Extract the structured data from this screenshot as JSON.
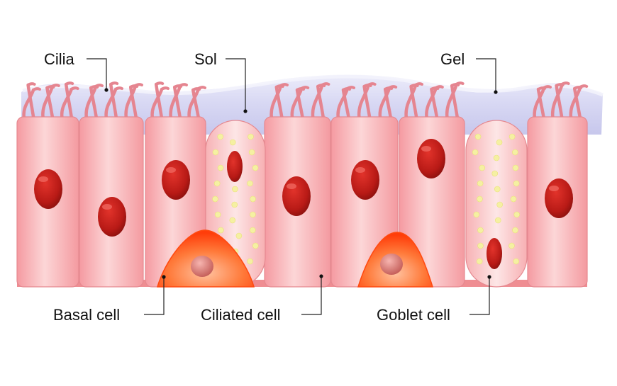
{
  "labels": {
    "cilia": "Cilia",
    "sol": "Sol",
    "gel": "Gel",
    "basal_cell": "Basal cell",
    "ciliated_cell": "Ciliated cell",
    "goblet_cell": "Goblet cell"
  },
  "colors": {
    "cell_fill": "#f7a9ad",
    "cell_light": "#fbd3d4",
    "cell_edge": "#e07c84",
    "nucleus": "#c0201c",
    "nucleus_dark": "#8e1310",
    "basal_fill": "#ff5a16",
    "basal_light": "#ffb08a",
    "mucus_gel": "#dcdcf5",
    "mucus_sol": "#c8c8ee",
    "granule": "#f4f0a8",
    "cilia": "#e58590",
    "gap": "#d9322c"
  }
}
